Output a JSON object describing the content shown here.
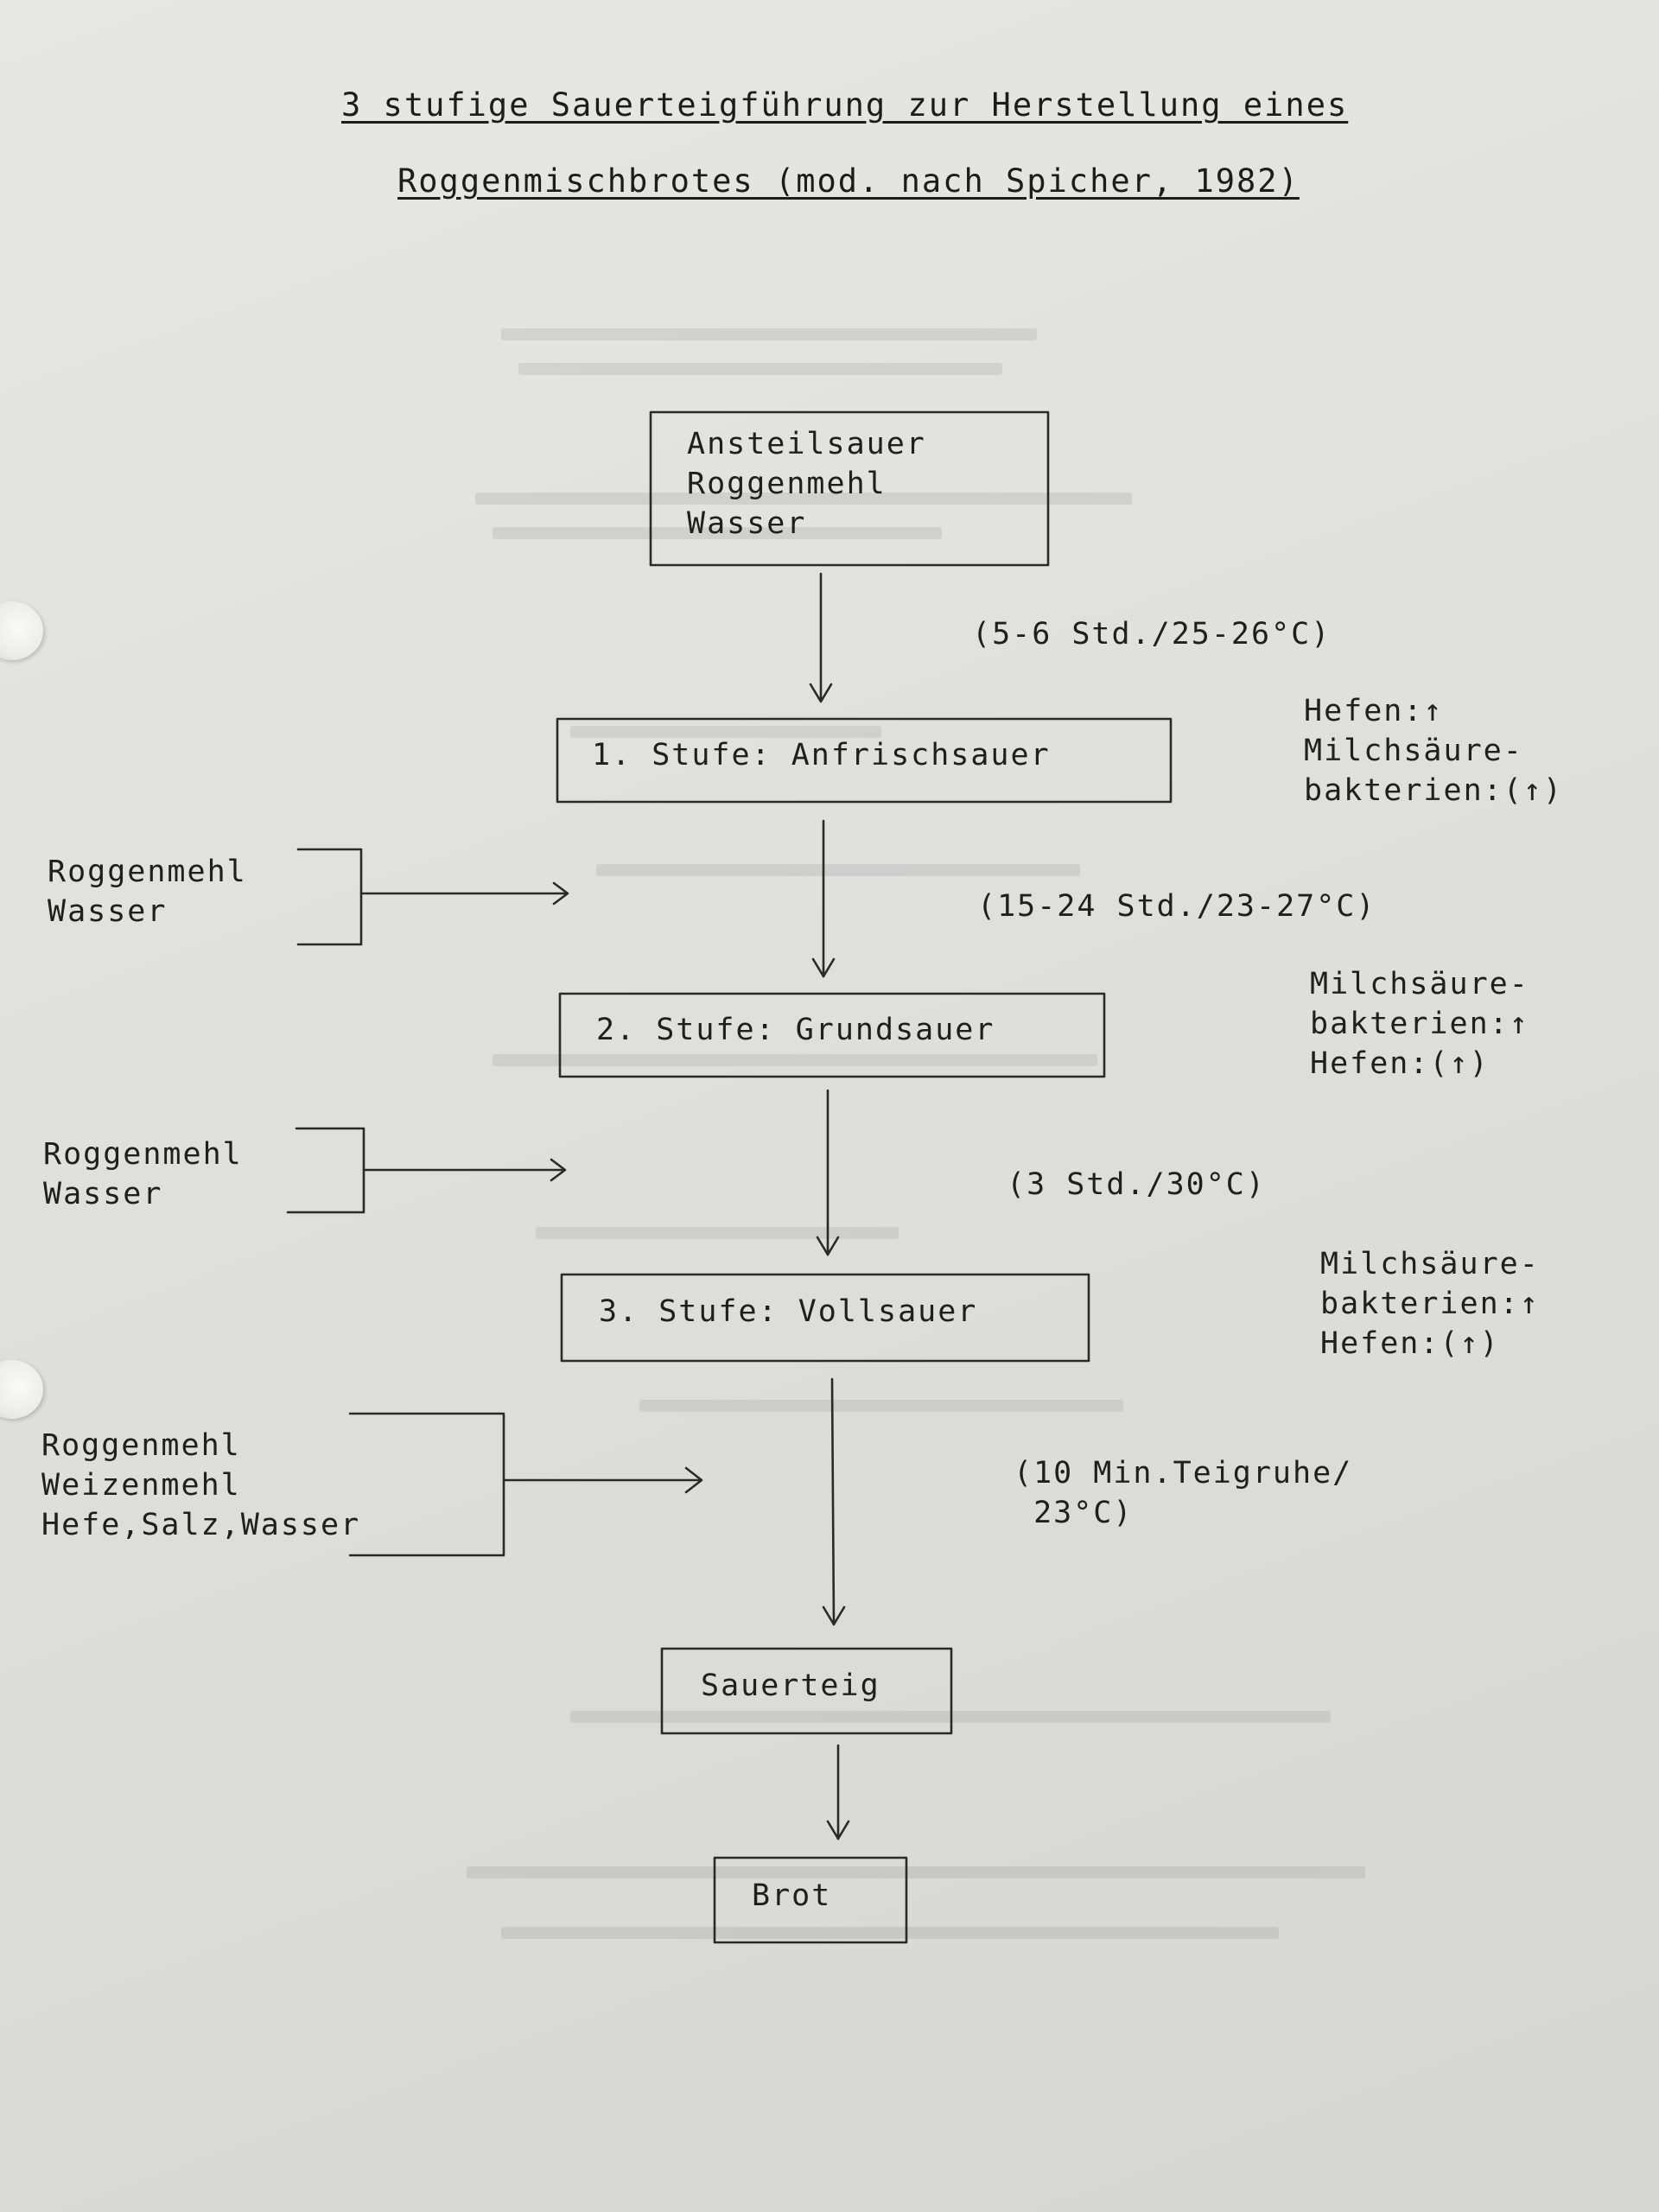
{
  "title": {
    "line1": "3 stufige Sauerteigführung zur Herstellung eines",
    "line2": "Roggenmischbrotes (mod. nach Spicher, 1982)"
  },
  "nodes": {
    "start": {
      "lines": [
        "Ansteilsauer",
        "Roggenmehl",
        "Wasser"
      ]
    },
    "stage1": "1. Stufe: Anfrischsauer",
    "stage2": "2. Stufe: Grundsauer",
    "stage3": "3. Stufe: Vollsauer",
    "sauerteig": "Sauerteig",
    "brot": "Brot"
  },
  "conditions": {
    "c1": "(5-6 Std./25-26°C)",
    "c2": "(15-24 Std./23-27°C)",
    "c3": "(3 Std./30°C)",
    "c4": [
      "(10 Min.Teigruhe/",
      " 23°C)"
    ]
  },
  "inputs": {
    "in1": [
      "Roggenmehl",
      "Wasser"
    ],
    "in2": [
      "Roggenmehl",
      "Wasser"
    ],
    "in3": [
      "Roggenmehl",
      "Weizenmehl",
      "Hefe,Salz,Wasser"
    ]
  },
  "notes": {
    "n1": [
      "Hefen:↑",
      "Milchsäure-",
      "bakterien:(↑)"
    ],
    "n2": [
      "Milchsäure-",
      "bakterien:↑",
      "Hefen:(↑)"
    ],
    "n3": [
      "Milchsäure-",
      "bakterien:↑",
      "Hefen:(↑)"
    ]
  }
}
